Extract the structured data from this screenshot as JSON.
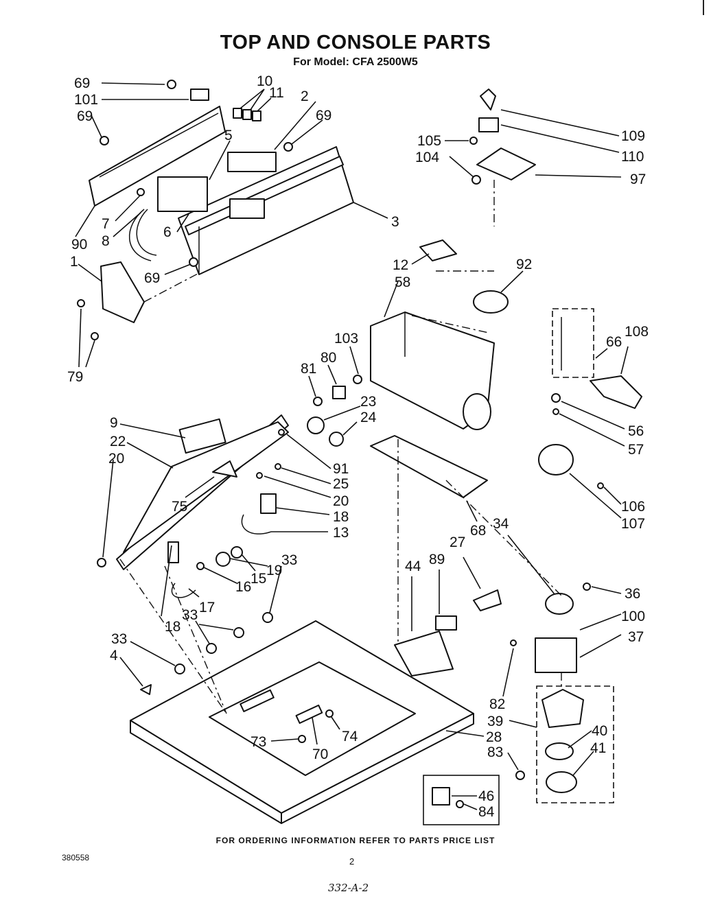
{
  "title": "TOP AND CONSOLE PARTS",
  "subtitle": "For Model: CFA 2500W5",
  "footer": "FOR ORDERING INFORMATION REFER TO PARTS PRICE LIST",
  "document_number": "380558",
  "page_number": "2",
  "handwritten_note": "332-A-2",
  "callouts": [
    {
      "id": "c-69a",
      "text": "69"
    },
    {
      "id": "c-101",
      "text": "101"
    },
    {
      "id": "c-69b",
      "text": "69"
    },
    {
      "id": "c-10",
      "text": "10"
    },
    {
      "id": "c-11",
      "text": "11"
    },
    {
      "id": "c-2",
      "text": "2"
    },
    {
      "id": "c-69c",
      "text": "69"
    },
    {
      "id": "c-5",
      "text": "5"
    },
    {
      "id": "c-7",
      "text": "7"
    },
    {
      "id": "c-90",
      "text": "90"
    },
    {
      "id": "c-8",
      "text": "8"
    },
    {
      "id": "c-6",
      "text": "6"
    },
    {
      "id": "c-3",
      "text": "3"
    },
    {
      "id": "c-1",
      "text": "1"
    },
    {
      "id": "c-69d",
      "text": "69"
    },
    {
      "id": "c-79",
      "text": "79"
    },
    {
      "id": "c-105",
      "text": "105"
    },
    {
      "id": "c-104",
      "text": "104"
    },
    {
      "id": "c-109",
      "text": "109"
    },
    {
      "id": "c-110",
      "text": "110"
    },
    {
      "id": "c-97",
      "text": "97"
    },
    {
      "id": "c-12",
      "text": "12"
    },
    {
      "id": "c-58",
      "text": "58"
    },
    {
      "id": "c-92",
      "text": "92"
    },
    {
      "id": "c-103",
      "text": "103"
    },
    {
      "id": "c-80",
      "text": "80"
    },
    {
      "id": "c-81",
      "text": "81"
    },
    {
      "id": "c-108",
      "text": "108"
    },
    {
      "id": "c-66",
      "text": "66"
    },
    {
      "id": "c-23",
      "text": "23"
    },
    {
      "id": "c-24",
      "text": "24"
    },
    {
      "id": "c-56",
      "text": "56"
    },
    {
      "id": "c-57",
      "text": "57"
    },
    {
      "id": "c-9",
      "text": "9"
    },
    {
      "id": "c-22",
      "text": "22"
    },
    {
      "id": "c-20a",
      "text": "20"
    },
    {
      "id": "c-91",
      "text": "91"
    },
    {
      "id": "c-25",
      "text": "25"
    },
    {
      "id": "c-20b",
      "text": "20"
    },
    {
      "id": "c-75",
      "text": "75"
    },
    {
      "id": "c-18a",
      "text": "18"
    },
    {
      "id": "c-13",
      "text": "13"
    },
    {
      "id": "c-106",
      "text": "106"
    },
    {
      "id": "c-107",
      "text": "107"
    },
    {
      "id": "c-68",
      "text": "68"
    },
    {
      "id": "c-34",
      "text": "34"
    },
    {
      "id": "c-89",
      "text": "89"
    },
    {
      "id": "c-27",
      "text": "27"
    },
    {
      "id": "c-33a",
      "text": "33"
    },
    {
      "id": "c-19",
      "text": "19"
    },
    {
      "id": "c-15",
      "text": "15"
    },
    {
      "id": "c-16",
      "text": "16"
    },
    {
      "id": "c-17",
      "text": "17"
    },
    {
      "id": "c-44",
      "text": "44"
    },
    {
      "id": "c-36",
      "text": "36"
    },
    {
      "id": "c-100",
      "text": "100"
    },
    {
      "id": "c-37",
      "text": "37"
    },
    {
      "id": "c-33b",
      "text": "33"
    },
    {
      "id": "c-18b",
      "text": "18"
    },
    {
      "id": "c-33c",
      "text": "33"
    },
    {
      "id": "c-4",
      "text": "4"
    },
    {
      "id": "c-82",
      "text": "82"
    },
    {
      "id": "c-39",
      "text": "39"
    },
    {
      "id": "c-40",
      "text": "40"
    },
    {
      "id": "c-83",
      "text": "83"
    },
    {
      "id": "c-41",
      "text": "41"
    },
    {
      "id": "c-73",
      "text": "73"
    },
    {
      "id": "c-74",
      "text": "74"
    },
    {
      "id": "c-70",
      "text": "70"
    },
    {
      "id": "c-28",
      "text": "28"
    },
    {
      "id": "c-46",
      "text": "46"
    },
    {
      "id": "c-84",
      "text": "84"
    }
  ]
}
